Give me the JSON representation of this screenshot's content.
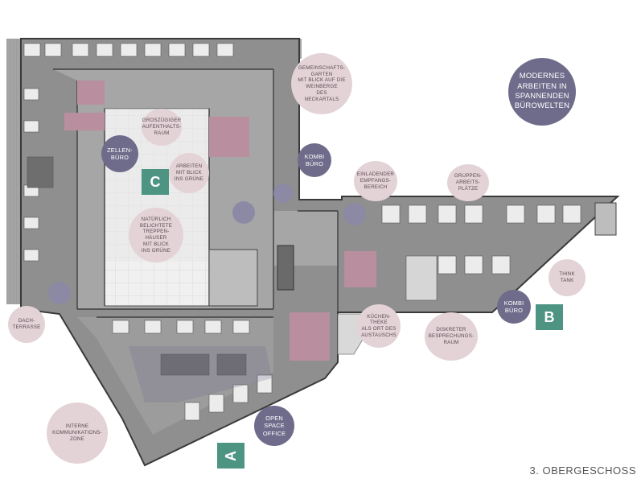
{
  "labels": {
    "gemeinschaftsgarten": "GEMEINSCHAFTS-\nGARTEN\nMIT BLICK AUF DIE\nWEINBERGE\nDES\nNECKARTALS",
    "modernes": "MODERNES\nARBEITEN IN\nSPANNENDEN\nBÜROWELTEN",
    "grosszuegiger": "GROSZÜGIGER\nAUFENTHALTS-\nRAUM",
    "zellenbuero": "ZELLEN-\nBÜRO",
    "arbeiten_gruen": "ARBEITEN\nMIT BLICK\nINS GRÜNE",
    "kombi_buero_top": "KOMBI\nBÜRO",
    "einladender": "EINLADENDER\nEMPFANGS-\nBEREICH",
    "gruppenarbeitsplaetze": "GRUPPEN-\nARBEITS-\nPLÄTZE",
    "treppenhaeuser": "NATÜRLICH\nBELICHTETE\nTREPPEN-\nHÄUSER\nMIT BLICK\nINS GRÜNE",
    "think_tank": "THINK\nTANK",
    "kombi_buero_right": "KOMBI\nBÜRO",
    "kuechentheke": "KÜCHEN-\nTHEKE\nALS ORT DES\nAUSTAUSCHS",
    "diskreter": "DISKRETER\nBESPRECHUNGS-\nRAUM",
    "dachterrasse": "DACH-\nTERRASSE",
    "interne_kommunikation": "INTERNE\nKOMMUNIKATIONS-\nZONE",
    "open_space": "OPEN\nSPACE\nOFFICE"
  },
  "markers": {
    "a": "A",
    "b": "B",
    "c": "C"
  },
  "floor_title": "3. OBERGESCHOSS",
  "colors": {
    "pink_bubble": "#e3d3d6",
    "blue_bubble": "#6f6c8b",
    "marker_green": "#4e9483",
    "floor_gray": "#8d8d8d",
    "room_mauve": "#b98e9e",
    "courtyard": "#f4f4f4"
  }
}
